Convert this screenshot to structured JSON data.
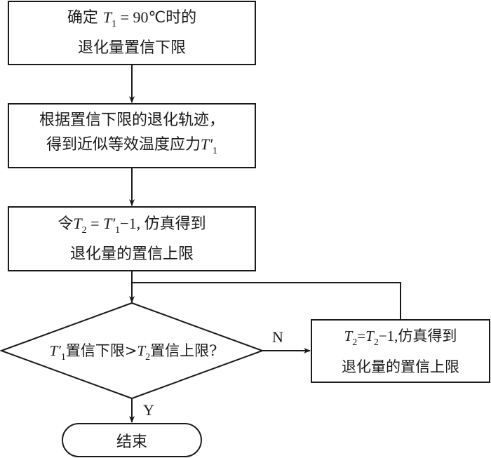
{
  "diagram": {
    "type": "flowchart",
    "nodes": [
      {
        "id": "step1",
        "shape": "process",
        "line1": {
          "prefix": "确定 ",
          "var": "T",
          "sub": "1",
          "rest": " = 90℃时的"
        },
        "line2": "退化量置信下限"
      },
      {
        "id": "step2",
        "shape": "process",
        "line1": "根据置信下限的退化轨迹，",
        "line2": {
          "prefix": "得到近似等效温度应力",
          "var": "T′",
          "sub": "1"
        }
      },
      {
        "id": "step3",
        "shape": "process",
        "line1": {
          "prefix": "令",
          "var1": "T",
          "sub1": "2",
          "mid": " = ",
          "var2": "T′",
          "sub2": "1",
          "rest": "−1, 仿真得到"
        },
        "line2": "退化量的置信上限"
      },
      {
        "id": "decision",
        "shape": "decision",
        "text": {
          "var1": "T′",
          "sub1": "1",
          "mid": "置信下限>",
          "var2": "T",
          "sub2": "2",
          "rest": "置信上限?"
        }
      },
      {
        "id": "step4",
        "shape": "process",
        "line1": {
          "var1": "T",
          "sub1": "2",
          "mid": "=",
          "var2": "T",
          "sub2": "2",
          "rest": "−1,仿真得到"
        },
        "line2": "退化量的置信上限"
      },
      {
        "id": "end",
        "shape": "terminal",
        "text": "结束"
      }
    ],
    "edges": [
      {
        "from": "step1",
        "to": "step2"
      },
      {
        "from": "step2",
        "to": "step3"
      },
      {
        "from": "step3",
        "to": "decision"
      },
      {
        "from": "decision",
        "to": "step4",
        "label": "N"
      },
      {
        "from": "step4",
        "to": "decision",
        "label": ""
      },
      {
        "from": "decision",
        "to": "end",
        "label": "Y"
      }
    ],
    "labels": {
      "no": "N",
      "yes": "Y"
    }
  }
}
